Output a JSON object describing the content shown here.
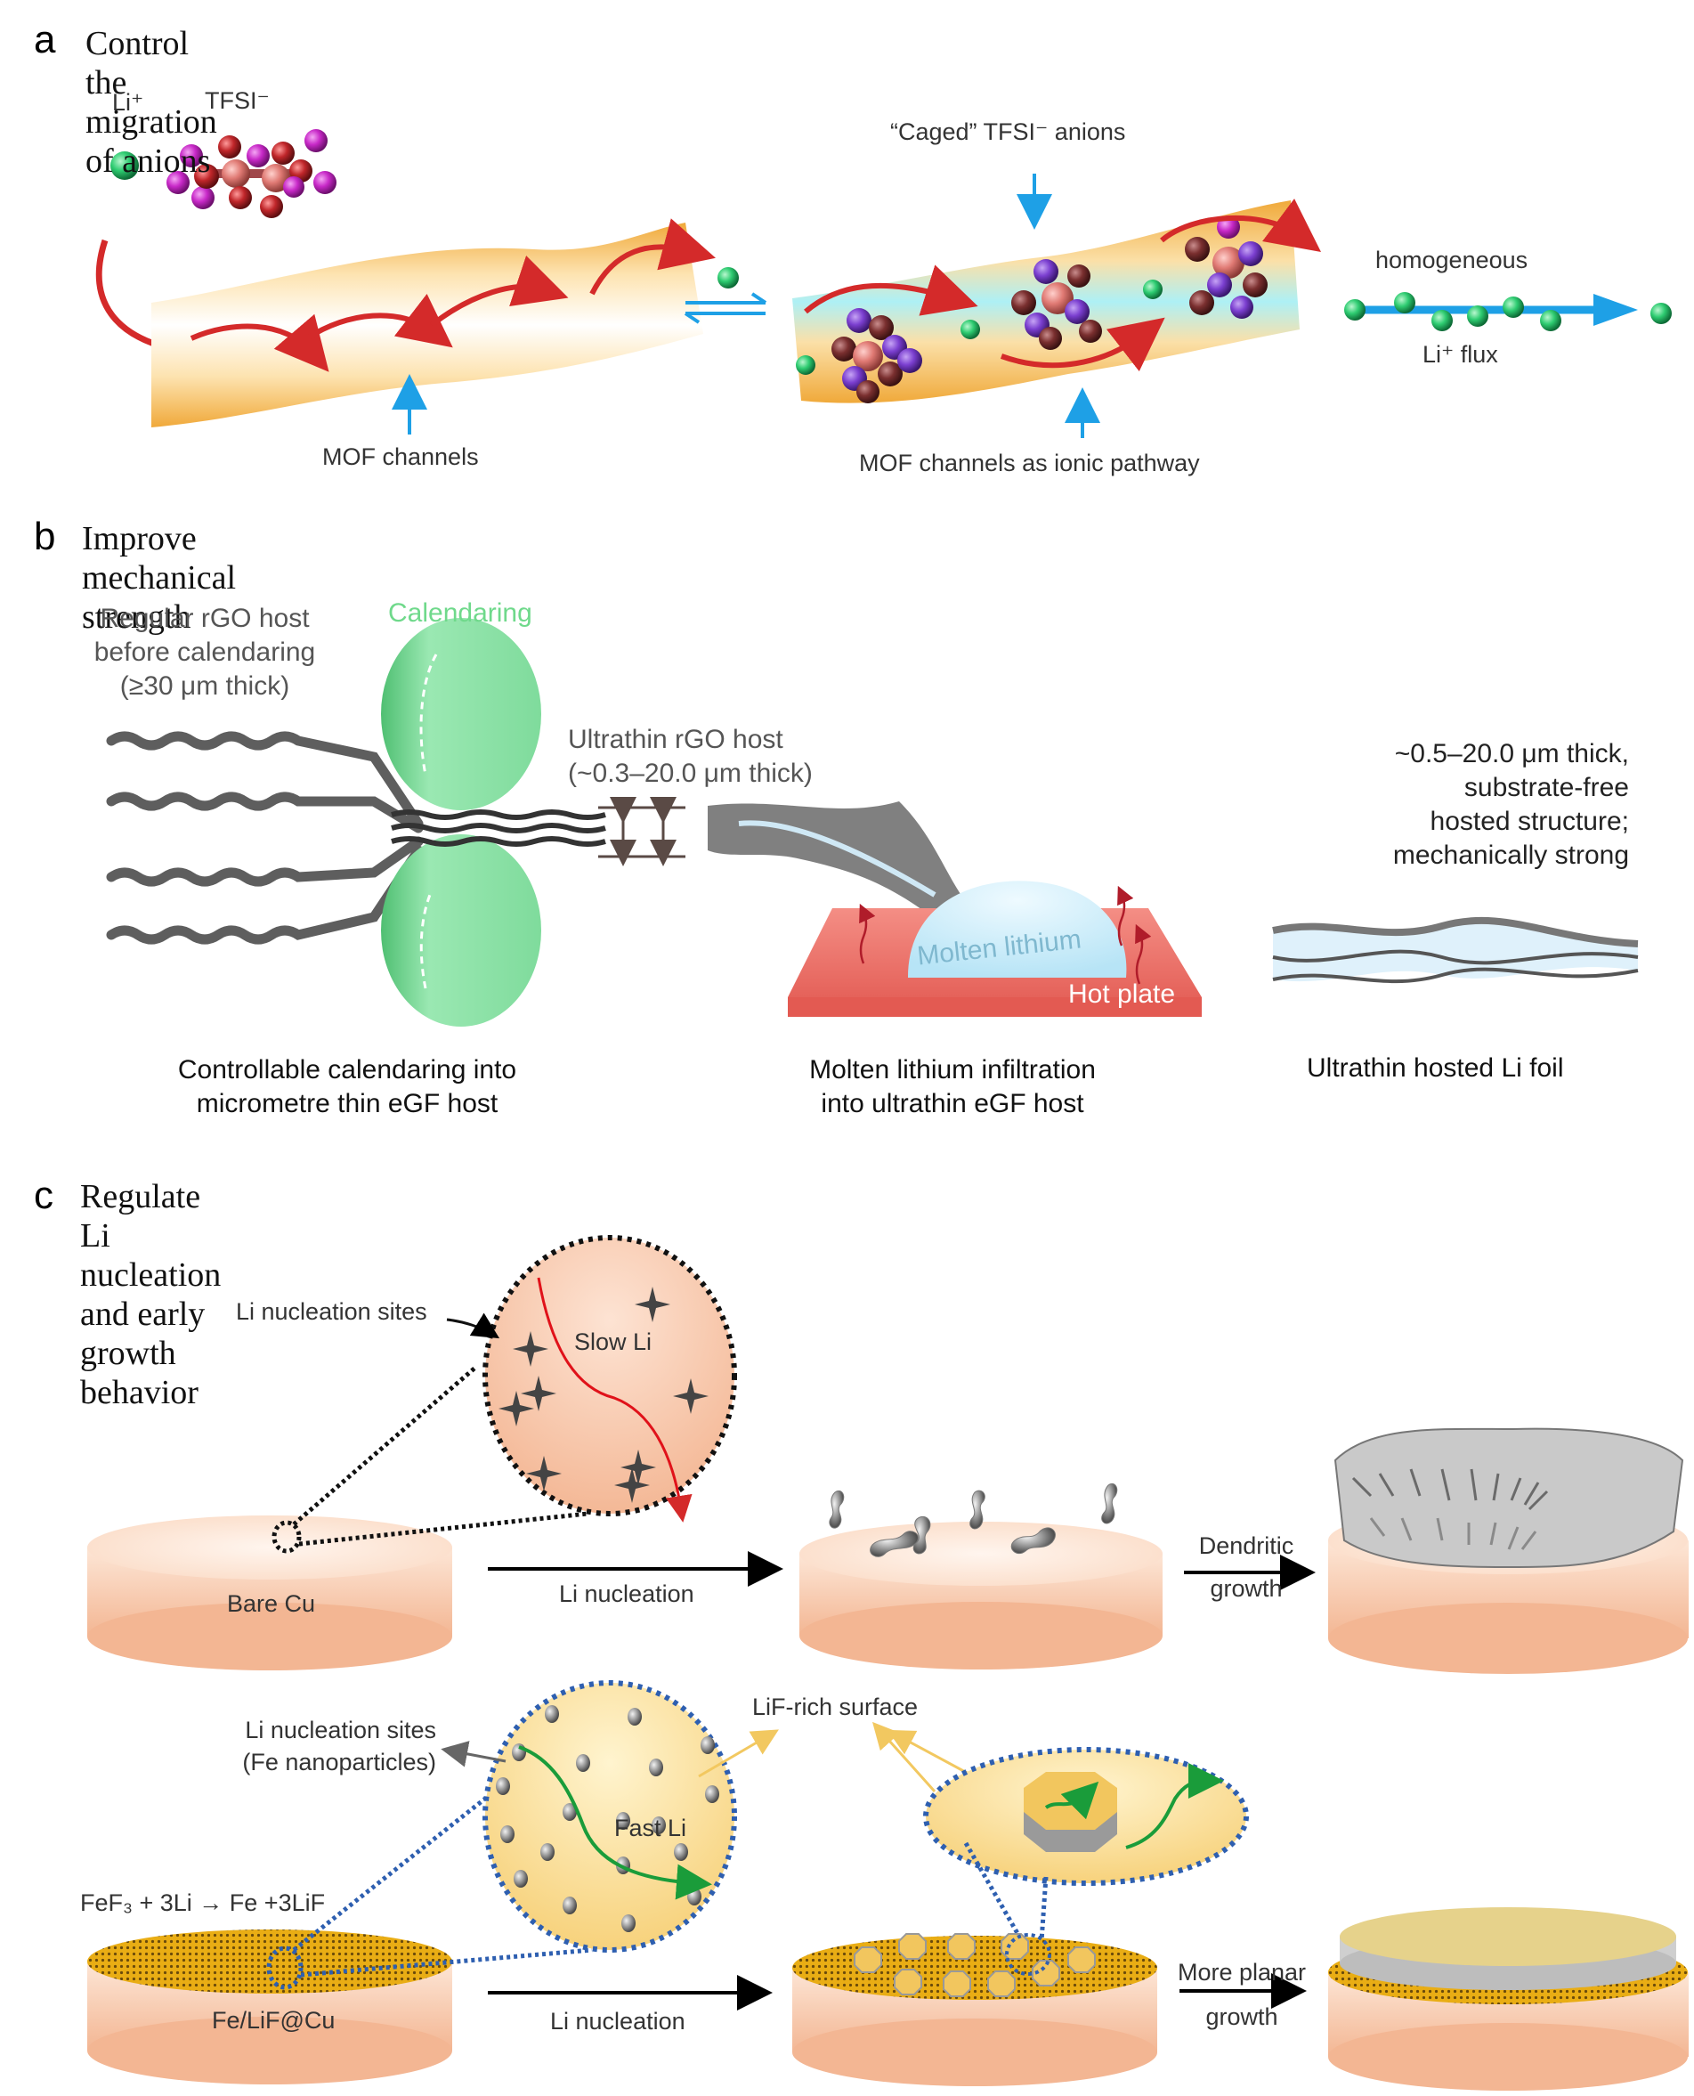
{
  "panels": {
    "a": {
      "letter": "a",
      "title": "Control the migration of anions",
      "labels": {
        "li_ion": "Li⁺",
        "tfsi": "TFSI⁻",
        "caged": "“Caged” TFSI⁻ anions",
        "homogeneous": "homogeneous",
        "li_flux": "Li⁺ flux",
        "mof_channels": "MOF channels",
        "mof_pathway": "MOF channels as ionic pathway"
      }
    },
    "b": {
      "letter": "b",
      "title": "Improve mechanical strength",
      "labels": {
        "regular_host_1": "Regular rGO host",
        "regular_host_2": "before calendaring",
        "regular_host_3": "(≥30 μm thick)",
        "calendaring": "Calendaring",
        "ultrathin_host_1": "Ultrathin rGO host",
        "ultrathin_host_2": "(~0.3–20.0 μm thick)",
        "thick_1": "~0.5–20.0 μm thick,",
        "thick_2": "substrate-free",
        "thick_3": "hosted structure;",
        "thick_4": "mechanically strong",
        "molten_lithium": "Molten lithium",
        "hot_plate": "Hot plate",
        "caption_1a": "Controllable calendaring into",
        "caption_1b": "micrometre thin eGF host",
        "caption_2a": "Molten lithium infiltration",
        "caption_2b": "into ultrathin eGF host",
        "caption_3": "Ultrathin hosted Li foil"
      }
    },
    "c": {
      "letter": "c",
      "title": "Regulate Li nucleation and early growth behavior",
      "top_row": {
        "nucleation_sites": "Li nucleation sites",
        "slow_li": "Slow Li",
        "bare_cu": "Bare Cu",
        "li_nucleation": "Li nucleation",
        "dendritic_1": "Dendritic",
        "dendritic_2": "growth"
      },
      "bottom_row": {
        "nucleation_sites_1": "Li nucleation sites",
        "nucleation_sites_2": "(Fe nanoparticles)",
        "fast_li": "Fast Li",
        "lif_surface": "LiF-rich surface",
        "reaction": "FeF₃ + 3Li → Fe +3LiF",
        "fe_lif_cu": "Fe/LiF@Cu",
        "li_nucleation": "Li nucleation",
        "planar_1": "More planar",
        "planar_2": "growth"
      }
    }
  },
  "colors": {
    "li_green": "#2ecc71",
    "arrow_red": "#d42a2a",
    "arrow_blue": "#1ea0e6",
    "mof_orange": "#f4b545",
    "roller_green": "#8fe3a8",
    "hot_plate": "#f07a70",
    "molten_blue": "#cdeefa",
    "cu_peach": "#f6c7a8",
    "zoom_yellow": "#fde6a6",
    "dotted_blue": "#2e5fb0"
  }
}
